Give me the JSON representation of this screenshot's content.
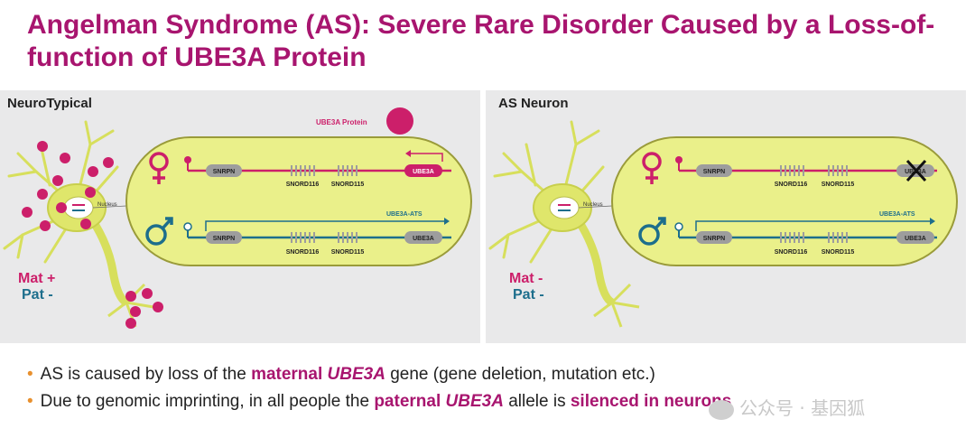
{
  "title": "Angelman Syndrome (AS): Severe Rare Disorder Caused by a Loss-of-function of UBE3A Protein",
  "colors": {
    "magenta": "#cc1f6a",
    "teal": "#1d6e8c",
    "title": "#a8156f",
    "nucleus": "#eaf08a",
    "bullet_dot": "#e8902e"
  },
  "left_panel": {
    "heading": "NeuroTypical",
    "protein_label": "UBE3A Protein",
    "nucleus_label": "Nucleus",
    "genes_maternal": [
      "SNRPN",
      "SNORD116",
      "SNORD115",
      "UBE3A"
    ],
    "genes_paternal": [
      "SNRPN",
      "SNORD116",
      "SNORD115",
      "UBE3A"
    ],
    "ats_label": "UBE3A-ATS",
    "mat_label": "Mat +",
    "pat_label": "Pat -"
  },
  "right_panel": {
    "heading": "AS Neuron",
    "nucleus_label": "Nucleus",
    "genes_maternal": [
      "SNRPN",
      "SNORD116",
      "SNORD115",
      "UBE3A"
    ],
    "genes_paternal": [
      "SNRPN",
      "SNORD116",
      "SNORD115",
      "UBE3A"
    ],
    "ats_label": "UBE3A-ATS",
    "mat_label": "Mat -",
    "pat_label": "Pat -"
  },
  "bullets": [
    {
      "t1": "AS is caused by loss of the ",
      "h1": "maternal ",
      "h2": "UBE3A",
      "t2": " gene (gene deletion, mutation etc.)"
    },
    {
      "t1": "Due to genomic imprinting, in all people the ",
      "h1": "paternal ",
      "h2": "UBE3A",
      "t2": " allele is ",
      "h3": "silenced in neurons"
    }
  ],
  "watermark": "公众号 · 基因狐"
}
